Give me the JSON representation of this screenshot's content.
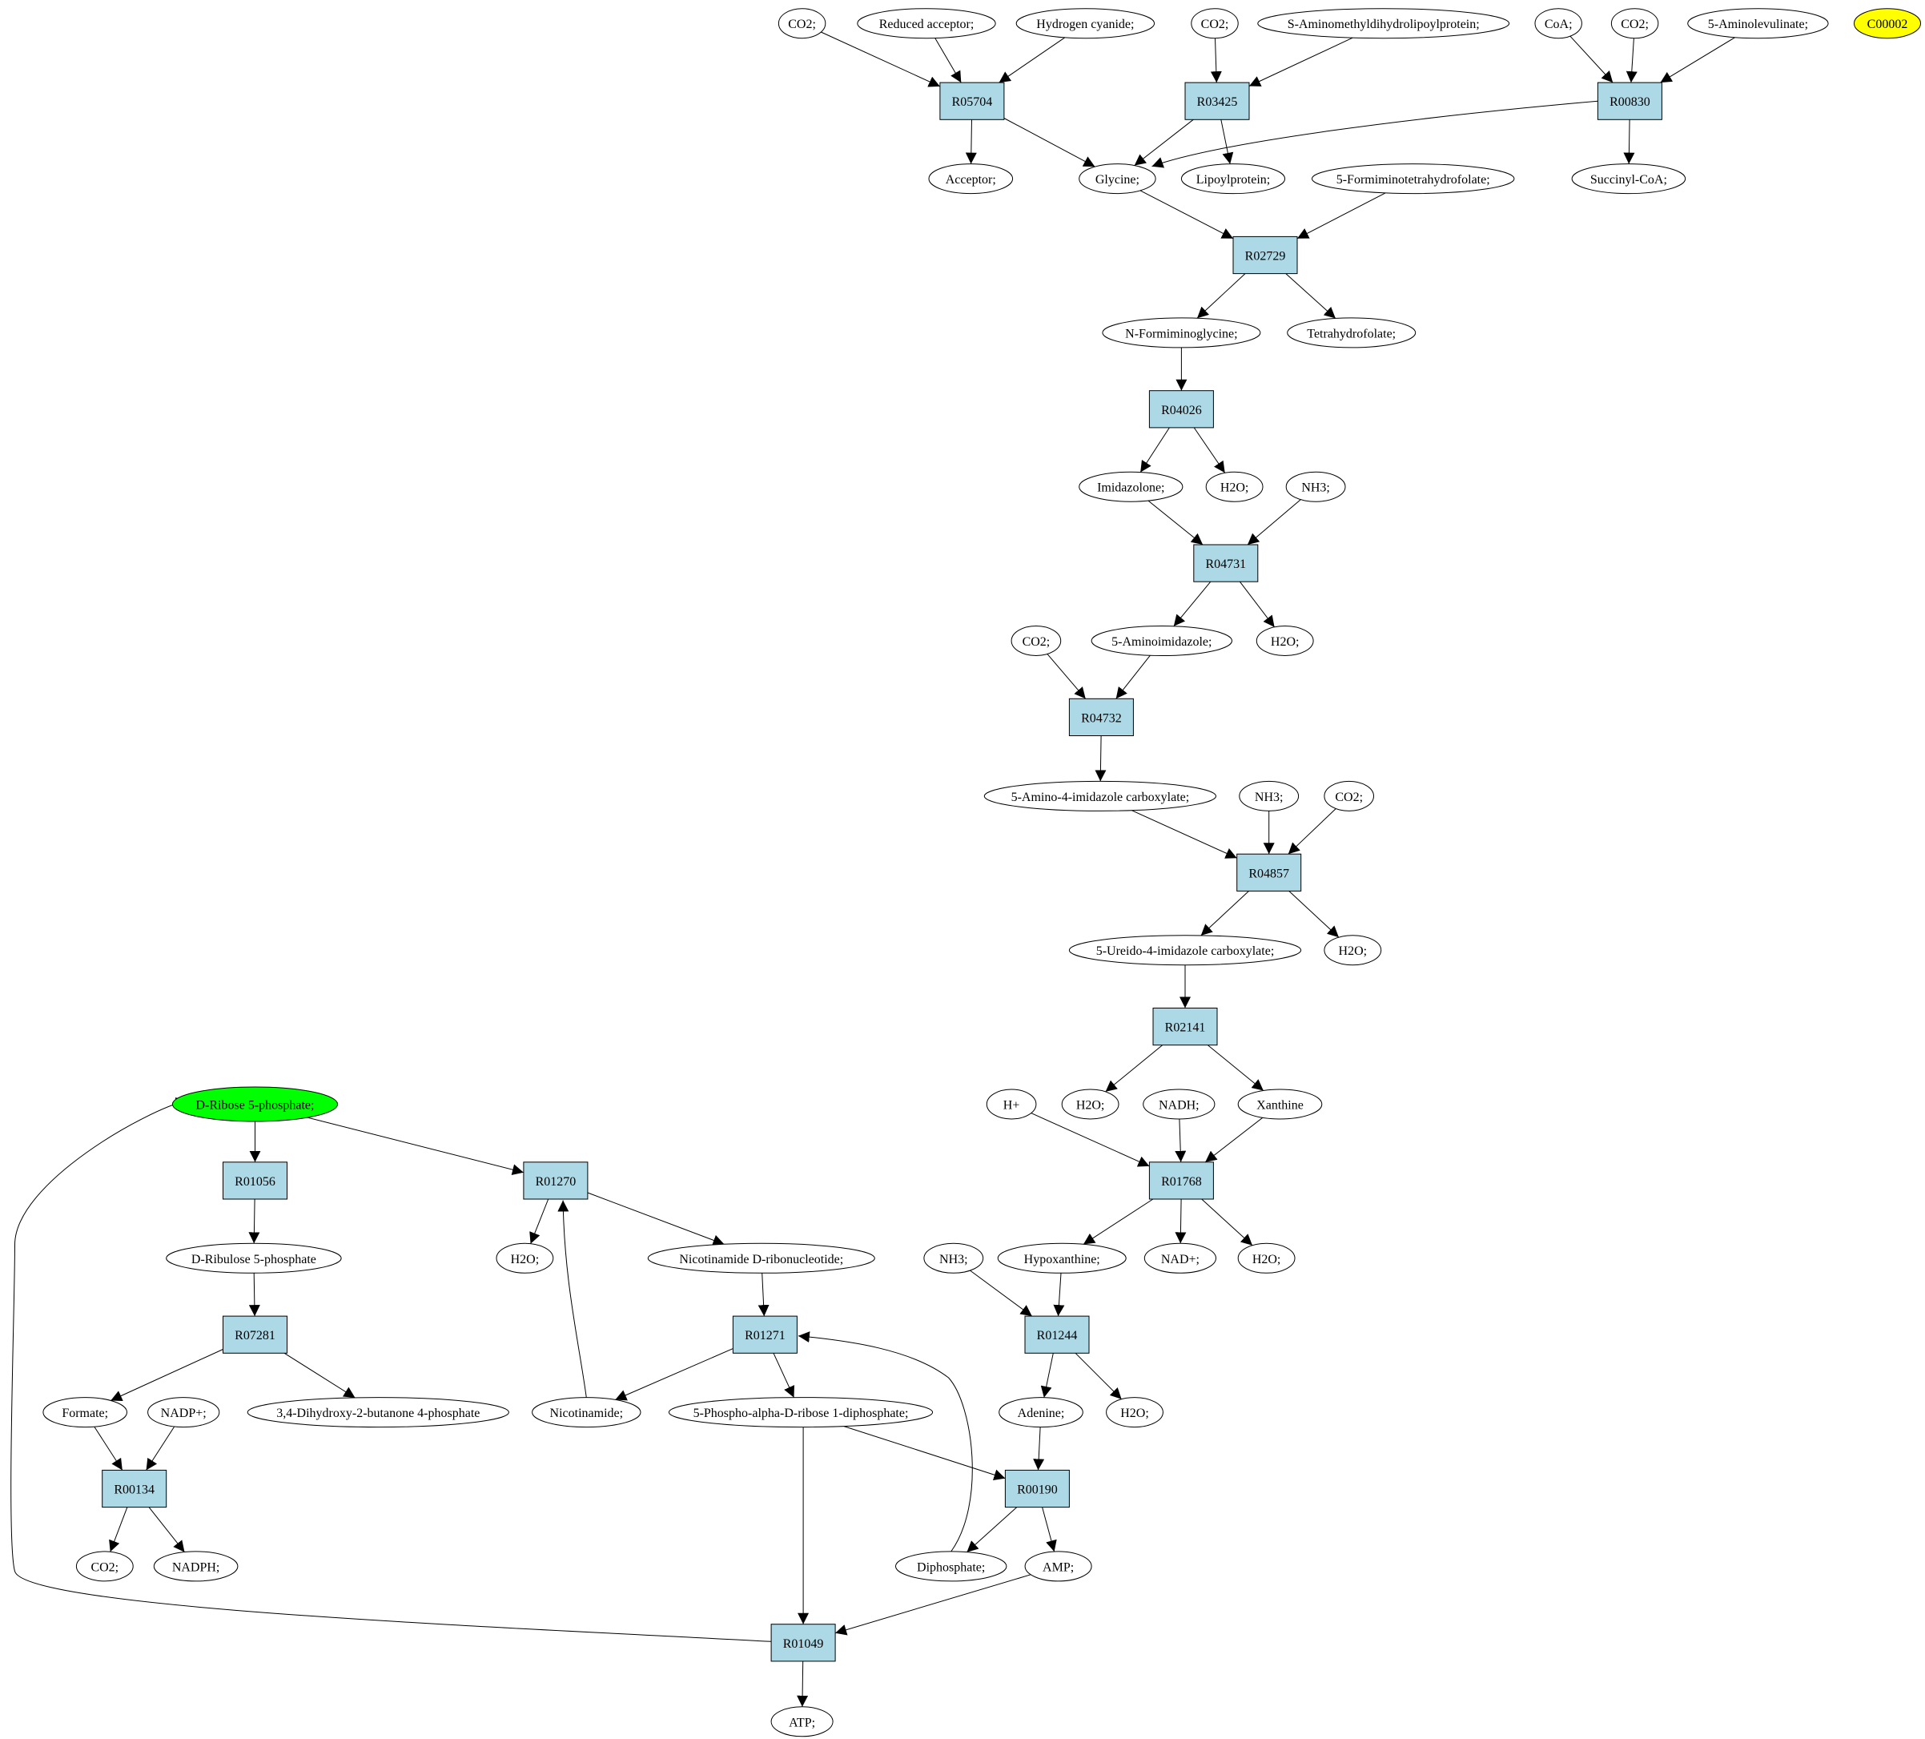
{
  "colors": {
    "reaction_fill": "#add8e6",
    "source_fill": "#00ff00",
    "target_fill": "#ffff00",
    "compound_fill": "#ffffff",
    "stroke": "#000000"
  },
  "nodes": [
    {
      "id": "c_co2_a",
      "label": "CO2;",
      "kind": "compound"
    },
    {
      "id": "c_redacc",
      "label": "Reduced acceptor;",
      "kind": "compound"
    },
    {
      "id": "c_hcn",
      "label": "Hydrogen cyanide;",
      "kind": "compound"
    },
    {
      "id": "c_co2_b",
      "label": "CO2;",
      "kind": "compound"
    },
    {
      "id": "c_amdlp",
      "label": "S-Aminomethyldihydrolipoylprotein;",
      "kind": "compound"
    },
    {
      "id": "c_coa",
      "label": "CoA;",
      "kind": "compound"
    },
    {
      "id": "c_co2_c",
      "label": "CO2;",
      "kind": "compound"
    },
    {
      "id": "c_5al",
      "label": "5-Aminolevulinate;",
      "kind": "compound"
    },
    {
      "id": "c_c00002",
      "label": "C00002",
      "kind": "target"
    },
    {
      "id": "r_R05704",
      "label": "R05704",
      "kind": "reaction"
    },
    {
      "id": "r_R03425",
      "label": "R03425",
      "kind": "reaction"
    },
    {
      "id": "r_R00830",
      "label": "R00830",
      "kind": "reaction"
    },
    {
      "id": "c_acceptor",
      "label": "Acceptor;",
      "kind": "compound"
    },
    {
      "id": "c_glycine",
      "label": "Glycine;",
      "kind": "compound"
    },
    {
      "id": "c_lipoyl",
      "label": "Lipoylprotein;",
      "kind": "compound"
    },
    {
      "id": "c_5fthf",
      "label": "5-Formiminotetrahydrofolate;",
      "kind": "compound"
    },
    {
      "id": "c_succoa",
      "label": "Succinyl-CoA;",
      "kind": "compound"
    },
    {
      "id": "r_R02729",
      "label": "R02729",
      "kind": "reaction"
    },
    {
      "id": "c_nfg",
      "label": "N-Formiminoglycine;",
      "kind": "compound"
    },
    {
      "id": "c_thf",
      "label": "Tetrahydrofolate;",
      "kind": "compound"
    },
    {
      "id": "r_R04026",
      "label": "R04026",
      "kind": "reaction"
    },
    {
      "id": "c_imidazolone",
      "label": "Imidazolone;",
      "kind": "compound"
    },
    {
      "id": "c_h2o_a",
      "label": "H2O;",
      "kind": "compound"
    },
    {
      "id": "c_nh3_a",
      "label": "NH3;",
      "kind": "compound"
    },
    {
      "id": "r_R04731",
      "label": "R04731",
      "kind": "reaction"
    },
    {
      "id": "c_co2_d",
      "label": "CO2;",
      "kind": "compound"
    },
    {
      "id": "c_5ai",
      "label": "5-Aminoimidazole;",
      "kind": "compound"
    },
    {
      "id": "c_h2o_b",
      "label": "H2O;",
      "kind": "compound"
    },
    {
      "id": "r_R04732",
      "label": "R04732",
      "kind": "reaction"
    },
    {
      "id": "c_5a4ic",
      "label": "5-Amino-4-imidazole carboxylate;",
      "kind": "compound"
    },
    {
      "id": "c_nh3_b",
      "label": "NH3;",
      "kind": "compound"
    },
    {
      "id": "c_co2_e",
      "label": "CO2;",
      "kind": "compound"
    },
    {
      "id": "r_R04857",
      "label": "R04857",
      "kind": "reaction"
    },
    {
      "id": "c_5u4ic",
      "label": "5-Ureido-4-imidazole carboxylate;",
      "kind": "compound"
    },
    {
      "id": "c_h2o_c",
      "label": "H2O;",
      "kind": "compound"
    },
    {
      "id": "r_R02141",
      "label": "R02141",
      "kind": "reaction"
    },
    {
      "id": "c_hplus",
      "label": "H+",
      "kind": "compound"
    },
    {
      "id": "c_h2o_d",
      "label": "H2O;",
      "kind": "compound"
    },
    {
      "id": "c_nadh",
      "label": "NADH;",
      "kind": "compound"
    },
    {
      "id": "c_xanthine",
      "label": "Xanthine",
      "kind": "compound"
    },
    {
      "id": "r_R01768",
      "label": "R01768",
      "kind": "reaction"
    },
    {
      "id": "c_nh3_c",
      "label": "NH3;",
      "kind": "compound"
    },
    {
      "id": "c_hypox",
      "label": "Hypoxanthine;",
      "kind": "compound"
    },
    {
      "id": "c_nadp_plus",
      "label": "NAD+;",
      "kind": "compound"
    },
    {
      "id": "c_h2o_e",
      "label": "H2O;",
      "kind": "compound"
    },
    {
      "id": "r_R01244",
      "label": "R01244",
      "kind": "reaction"
    },
    {
      "id": "c_adenine",
      "label": "Adenine;",
      "kind": "compound"
    },
    {
      "id": "c_h2o_f",
      "label": "H2O;",
      "kind": "compound"
    },
    {
      "id": "c_dr5p",
      "label": "D-Ribose 5-phosphate;",
      "kind": "source"
    },
    {
      "id": "r_R01056",
      "label": "R01056",
      "kind": "reaction"
    },
    {
      "id": "r_R01270",
      "label": "R01270",
      "kind": "reaction"
    },
    {
      "id": "c_dru5p",
      "label": "D-Ribulose 5-phosphate",
      "kind": "compound"
    },
    {
      "id": "c_h2o_g",
      "label": "H2O;",
      "kind": "compound"
    },
    {
      "id": "c_nmn",
      "label": "Nicotinamide D-ribonucleotide;",
      "kind": "compound"
    },
    {
      "id": "r_R07281",
      "label": "R07281",
      "kind": "reaction"
    },
    {
      "id": "r_R01271",
      "label": "R01271",
      "kind": "reaction"
    },
    {
      "id": "c_formate",
      "label": "Formate;",
      "kind": "compound"
    },
    {
      "id": "c_nadpplus",
      "label": "NADP+;",
      "kind": "compound"
    },
    {
      "id": "c_dhb4p",
      "label": "3,4-Dihydroxy-2-butanone 4-phosphate",
      "kind": "compound"
    },
    {
      "id": "c_nicotinamide",
      "label": "Nicotinamide;",
      "kind": "compound"
    },
    {
      "id": "c_prpp",
      "label": "5-Phospho-alpha-D-ribose 1-diphosphate;",
      "kind": "compound"
    },
    {
      "id": "r_R00134",
      "label": "R00134",
      "kind": "reaction"
    },
    {
      "id": "r_R00190",
      "label": "R00190",
      "kind": "reaction"
    },
    {
      "id": "c_co2_f",
      "label": "CO2;",
      "kind": "compound"
    },
    {
      "id": "c_nadph",
      "label": "NADPH;",
      "kind": "compound"
    },
    {
      "id": "c_diphosphate",
      "label": "Diphosphate;",
      "kind": "compound"
    },
    {
      "id": "c_amp",
      "label": "AMP;",
      "kind": "compound"
    },
    {
      "id": "r_R01049",
      "label": "R01049",
      "kind": "reaction"
    },
    {
      "id": "c_atp",
      "label": "ATP;",
      "kind": "compound"
    }
  ],
  "edges": [
    {
      "from": "c_co2_a",
      "to": "r_R05704"
    },
    {
      "from": "c_redacc",
      "to": "r_R05704"
    },
    {
      "from": "c_hcn",
      "to": "r_R05704"
    },
    {
      "from": "r_R05704",
      "to": "c_acceptor"
    },
    {
      "from": "r_R05704",
      "to": "c_glycine"
    },
    {
      "from": "c_co2_b",
      "to": "r_R03425"
    },
    {
      "from": "c_amdlp",
      "to": "r_R03425"
    },
    {
      "from": "r_R03425",
      "to": "c_glycine"
    },
    {
      "from": "r_R03425",
      "to": "c_lipoyl"
    },
    {
      "from": "c_coa",
      "to": "r_R00830"
    },
    {
      "from": "c_co2_c",
      "to": "r_R00830"
    },
    {
      "from": "c_5al",
      "to": "r_R00830"
    },
    {
      "from": "r_R00830",
      "to": "c_glycine"
    },
    {
      "from": "r_R00830",
      "to": "c_succoa"
    },
    {
      "from": "c_glycine",
      "to": "r_R02729"
    },
    {
      "from": "c_5fthf",
      "to": "r_R02729"
    },
    {
      "from": "r_R02729",
      "to": "c_nfg"
    },
    {
      "from": "r_R02729",
      "to": "c_thf"
    },
    {
      "from": "c_nfg",
      "to": "r_R04026"
    },
    {
      "from": "r_R04026",
      "to": "c_imidazolone"
    },
    {
      "from": "r_R04026",
      "to": "c_h2o_a"
    },
    {
      "from": "c_imidazolone",
      "to": "r_R04731"
    },
    {
      "from": "c_nh3_a",
      "to": "r_R04731"
    },
    {
      "from": "r_R04731",
      "to": "c_5ai"
    },
    {
      "from": "r_R04731",
      "to": "c_h2o_b"
    },
    {
      "from": "c_co2_d",
      "to": "r_R04732"
    },
    {
      "from": "c_5ai",
      "to": "r_R04732"
    },
    {
      "from": "r_R04732",
      "to": "c_5a4ic"
    },
    {
      "from": "c_5a4ic",
      "to": "r_R04857"
    },
    {
      "from": "c_nh3_b",
      "to": "r_R04857"
    },
    {
      "from": "c_co2_e",
      "to": "r_R04857"
    },
    {
      "from": "r_R04857",
      "to": "c_5u4ic"
    },
    {
      "from": "r_R04857",
      "to": "c_h2o_c"
    },
    {
      "from": "c_5u4ic",
      "to": "r_R02141"
    },
    {
      "from": "r_R02141",
      "to": "c_h2o_d"
    },
    {
      "from": "r_R02141",
      "to": "c_xanthine"
    },
    {
      "from": "c_hplus",
      "to": "r_R01768"
    },
    {
      "from": "c_nadh",
      "to": "r_R01768"
    },
    {
      "from": "c_xanthine",
      "to": "r_R01768"
    },
    {
      "from": "r_R01768",
      "to": "c_hypox"
    },
    {
      "from": "r_R01768",
      "to": "c_nadp_plus"
    },
    {
      "from": "r_R01768",
      "to": "c_h2o_e"
    },
    {
      "from": "c_nh3_c",
      "to": "r_R01244"
    },
    {
      "from": "c_hypox",
      "to": "r_R01244"
    },
    {
      "from": "r_R01244",
      "to": "c_adenine"
    },
    {
      "from": "r_R01244",
      "to": "c_h2o_f"
    },
    {
      "from": "c_adenine",
      "to": "r_R00190"
    },
    {
      "from": "c_prpp",
      "to": "r_R00190"
    },
    {
      "from": "r_R00190",
      "to": "c_diphosphate"
    },
    {
      "from": "r_R00190",
      "to": "c_amp"
    },
    {
      "from": "c_dr5p",
      "to": "r_R01056"
    },
    {
      "from": "c_dr5p",
      "to": "r_R01270"
    },
    {
      "from": "r_R01056",
      "to": "c_dru5p"
    },
    {
      "from": "c_dru5p",
      "to": "r_R07281"
    },
    {
      "from": "r_R07281",
      "to": "c_formate"
    },
    {
      "from": "r_R07281",
      "to": "c_dhb4p"
    },
    {
      "from": "c_formate",
      "to": "r_R00134"
    },
    {
      "from": "c_nadpplus",
      "to": "r_R00134"
    },
    {
      "from": "r_R00134",
      "to": "c_co2_f"
    },
    {
      "from": "r_R00134",
      "to": "c_nadph"
    },
    {
      "from": "r_R01270",
      "to": "c_h2o_g"
    },
    {
      "from": "r_R01270",
      "to": "c_nmn"
    },
    {
      "from": "c_nicotinamide",
      "to": "r_R01270"
    },
    {
      "from": "c_nmn",
      "to": "r_R01271"
    },
    {
      "from": "r_R01271",
      "to": "c_nicotinamide"
    },
    {
      "from": "r_R01271",
      "to": "c_prpp"
    },
    {
      "from": "c_diphosphate",
      "to": "r_R01271"
    },
    {
      "from": "c_prpp",
      "to": "r_R01049"
    },
    {
      "from": "c_amp",
      "to": "r_R01049"
    },
    {
      "from": "r_R01049",
      "to": "c_atp"
    },
    {
      "from": "r_R01049",
      "to": "c_dr5p"
    }
  ]
}
